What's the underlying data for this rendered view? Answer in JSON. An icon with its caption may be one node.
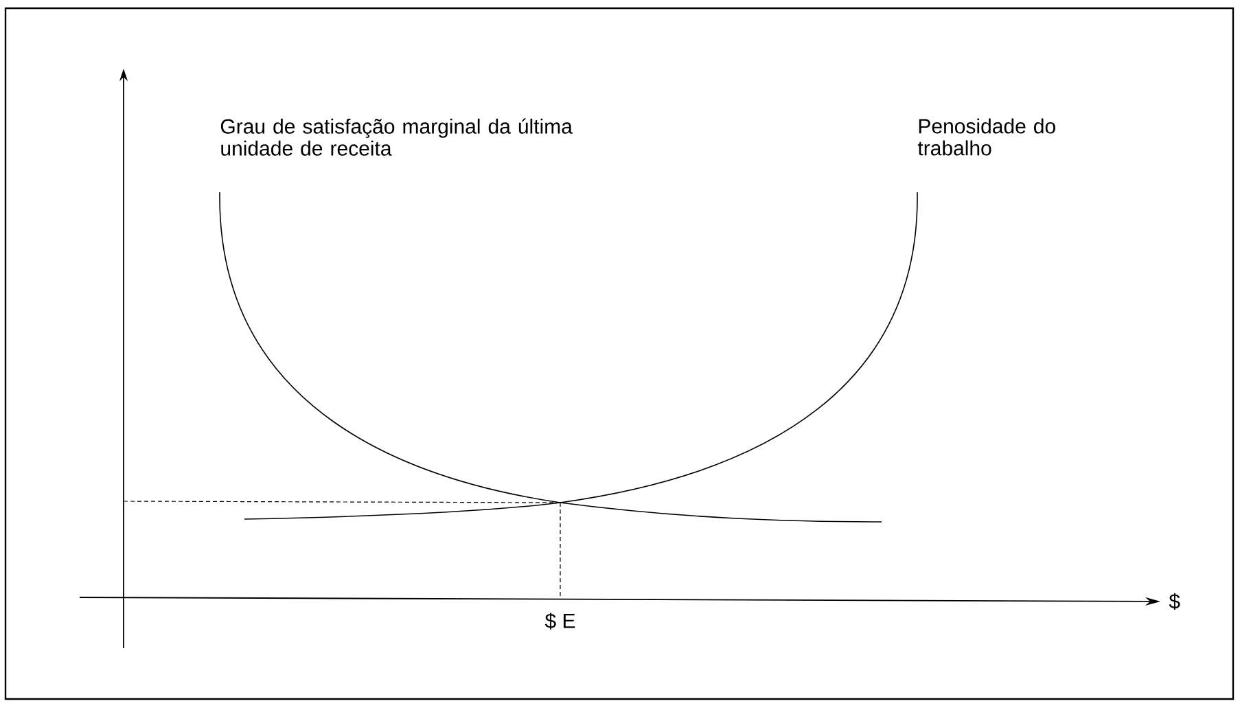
{
  "diagram": {
    "labels": [
      "Grau de satisfação marginal da última unidade de receita",
      "Penosidade do trabalho",
      "$",
      "$ E"
    ]
  }
}
